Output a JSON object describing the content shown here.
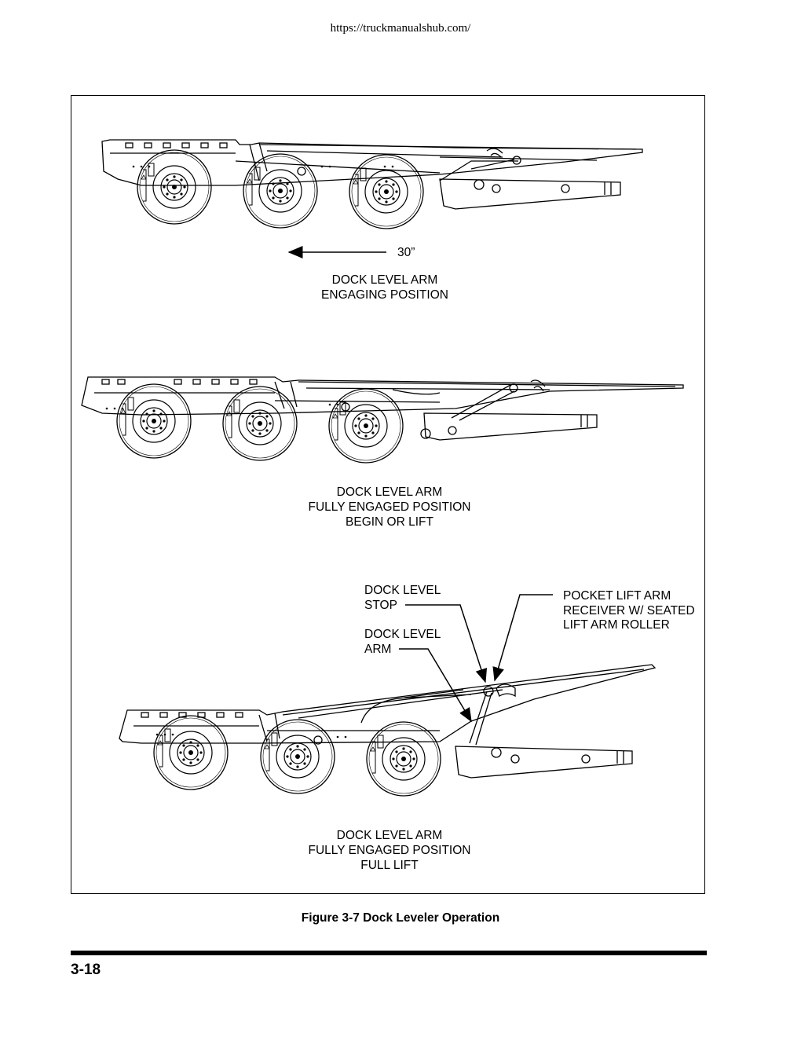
{
  "header": {
    "url": "https://truckmanualshub.com/"
  },
  "panels": [
    {
      "caption_lines": [
        "DOCK LEVEL ARM",
        "ENGAGING POSITION"
      ],
      "arrow_label": "30”"
    },
    {
      "caption_lines": [
        "DOCK LEVEL ARM",
        "FULLY ENGAGED POSITION",
        "BEGIN OR LIFT"
      ]
    },
    {
      "caption_lines": [
        "DOCK LEVEL ARM",
        "FULLY ENGAGED POSITION",
        "FULL LIFT"
      ]
    }
  ],
  "callouts": {
    "dock_level_stop": "DOCK LEVEL\nSTOP",
    "dock_level_arm": "DOCK LEVEL\nARM",
    "pocket_lift_arm": "POCKET LIFT ARM\nRECEIVER W/ SEATED\nLIFT ARM ROLLER"
  },
  "figure": {
    "caption": "Figure 3-7 Dock Leveler Operation"
  },
  "footer": {
    "page_number": "3-18"
  }
}
